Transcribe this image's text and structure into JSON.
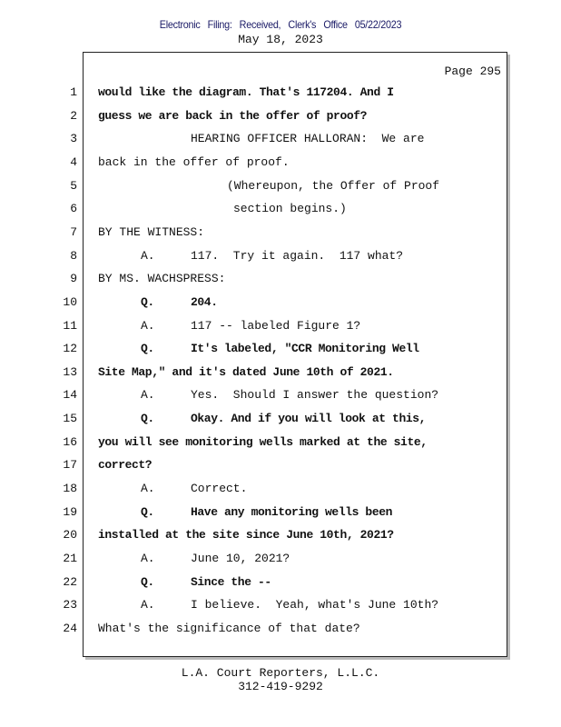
{
  "header": {
    "filing": "Electronic Filing: Received, Clerk's Office 05/22/2023",
    "date": "May 18, 2023"
  },
  "page_label": "Page 295",
  "lines": [
    {
      "num": "1",
      "text": "would like the diagram. That's 117204. And I",
      "bold": true,
      "indent": 0
    },
    {
      "num": "2",
      "text": "guess we are back in the offer of proof?",
      "bold": true,
      "indent": 0
    },
    {
      "num": "3",
      "text": "HEARING OFFICER HALLORAN:  We are",
      "bold": false,
      "indent": 2
    },
    {
      "num": "4",
      "text": "back in the offer of proof.",
      "bold": false,
      "indent": 0
    },
    {
      "num": "5",
      "text": "(Whereupon, the Offer of Proof",
      "bold": false,
      "indent": 3
    },
    {
      "num": "6",
      "text": "section begins.)",
      "bold": false,
      "indent": 4
    },
    {
      "num": "7",
      "text": "BY THE WITNESS:",
      "bold": false,
      "indent": 0
    },
    {
      "num": "8",
      "label": "A.",
      "text": "117.  Try it again.  117 what?",
      "bold": false,
      "indent": 1
    },
    {
      "num": "9",
      "text": "BY MS. WACHSPRESS:",
      "bold": false,
      "indent": 0
    },
    {
      "num": "10",
      "label": "Q.",
      "text": "204.",
      "bold": true,
      "indent": 1
    },
    {
      "num": "11",
      "label": "A.",
      "text": "117 -- labeled Figure 1?",
      "bold": false,
      "indent": 1
    },
    {
      "num": "12",
      "label": "Q.",
      "text": "It's labeled, \"CCR Monitoring Well",
      "bold": true,
      "indent": 1
    },
    {
      "num": "13",
      "text": "Site Map,\" and it's dated June 10th of 2021.",
      "bold": true,
      "indent": 0
    },
    {
      "num": "14",
      "label": "A.",
      "text": "Yes.  Should I answer the question?",
      "bold": false,
      "indent": 1
    },
    {
      "num": "15",
      "label": "Q.",
      "text": "Okay. And if you will look at this,",
      "bold": true,
      "indent": 1
    },
    {
      "num": "16",
      "text": "you will see monitoring wells marked at the site,",
      "bold": true,
      "indent": 0
    },
    {
      "num": "17",
      "text": "correct?",
      "bold": true,
      "indent": 0
    },
    {
      "num": "18",
      "label": "A.",
      "text": "Correct.",
      "bold": false,
      "indent": 1
    },
    {
      "num": "19",
      "label": "Q.",
      "text": "Have any monitoring wells been",
      "bold": true,
      "indent": 1
    },
    {
      "num": "20",
      "text": "installed at the site since June 10th, 2021?",
      "bold": true,
      "indent": 0
    },
    {
      "num": "21",
      "label": "A.",
      "text": "June 10, 2021?",
      "bold": false,
      "indent": 1
    },
    {
      "num": "22",
      "label": "Q.",
      "text": "Since the --",
      "bold": true,
      "indent": 1
    },
    {
      "num": "23",
      "label": "A.",
      "text": "I believe.  Yeah, what's June 10th?",
      "bold": false,
      "indent": 1
    },
    {
      "num": "24",
      "text": "What's the significance of that date?",
      "bold": false,
      "indent": 0
    }
  ],
  "footer": {
    "company": "L.A. Court Reporters, L.L.C.",
    "phone": "312-419-9292"
  }
}
